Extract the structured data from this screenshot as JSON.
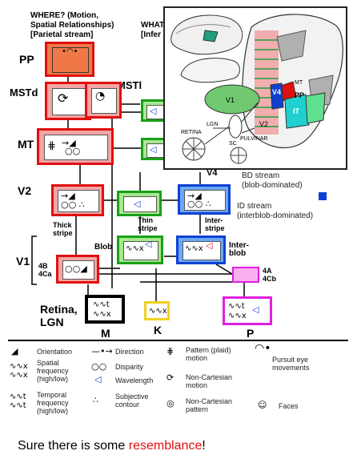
{
  "streams": {
    "where_line1": "WHERE? (Motion,",
    "where_line2": "Spatial Relationships)",
    "where_line3": "[Parietal stream]",
    "what_line1": "WHAT",
    "what_line2": "[Infer"
  },
  "levels": {
    "pp": "PP",
    "mstd": "MSTd",
    "mstl": "MSTl",
    "mt": "MT",
    "v2": "V2",
    "v1": "V1",
    "retina": "Retina,",
    "lgn": "LGN",
    "v4": "V4"
  },
  "labels": {
    "thick": "Thick",
    "stripe": "stripe",
    "thin": "Thin",
    "thin_stripe": "stripe",
    "inter": "Inter-",
    "inter_stripe": "stripe",
    "blob": "Blob",
    "interblob1": "Inter-",
    "interblob2": "blob",
    "layer_4b": "4B",
    "layer_4ca": "4Ca",
    "layer_4a": "4A",
    "layer_4cb": "4Cb",
    "m": "M",
    "k": "K",
    "p": "P"
  },
  "legend_stream": {
    "bd1": "BD stream",
    "bd2": "(blob-dominated)",
    "id1": "ID stream",
    "id2": "(interblob-dominated)"
  },
  "brain_labels": {
    "pp": "PP",
    "v4": "V4",
    "it": "IT",
    "v1": "V1",
    "v2": "V2",
    "mt": "MT",
    "lgn": "LGN",
    "retina": "RETINA",
    "pulvinar": "PULVINAR",
    "sc": "SC"
  },
  "legend": {
    "orientation": "Orientation",
    "direction": "Direction",
    "pattern1": "Pattern (plaid)",
    "pattern2": "motion",
    "pursuit1": "Pursuit eye",
    "pursuit2": "movements",
    "spatial1": "Spatial",
    "spatial2": "frequency",
    "spatial3": "(high/low)",
    "disparity": "Disparity",
    "wavelength": "Wavelength",
    "noncart1": "Non-Cartesian",
    "noncart2": "motion",
    "temporal1": "Temporal",
    "temporal2": "frequency",
    "temporal3": "(high/low)",
    "subjective1": "Subjective",
    "subjective2": "contour",
    "noncartpat1": "Non-Cartesian",
    "noncartpat2": "pattern",
    "faces": "Faces"
  },
  "caption": {
    "prefix": "Sure there is some ",
    "highlight": "resemblance",
    "suffix": "!"
  },
  "colors": {
    "dorsal_red": "#e01010",
    "ventral_green": "#18a018",
    "interblob_blue": "#1040d0",
    "pp_orange": "#f07848",
    "k_yellow": "#f0d020",
    "p_magenta": "#e020e0"
  }
}
